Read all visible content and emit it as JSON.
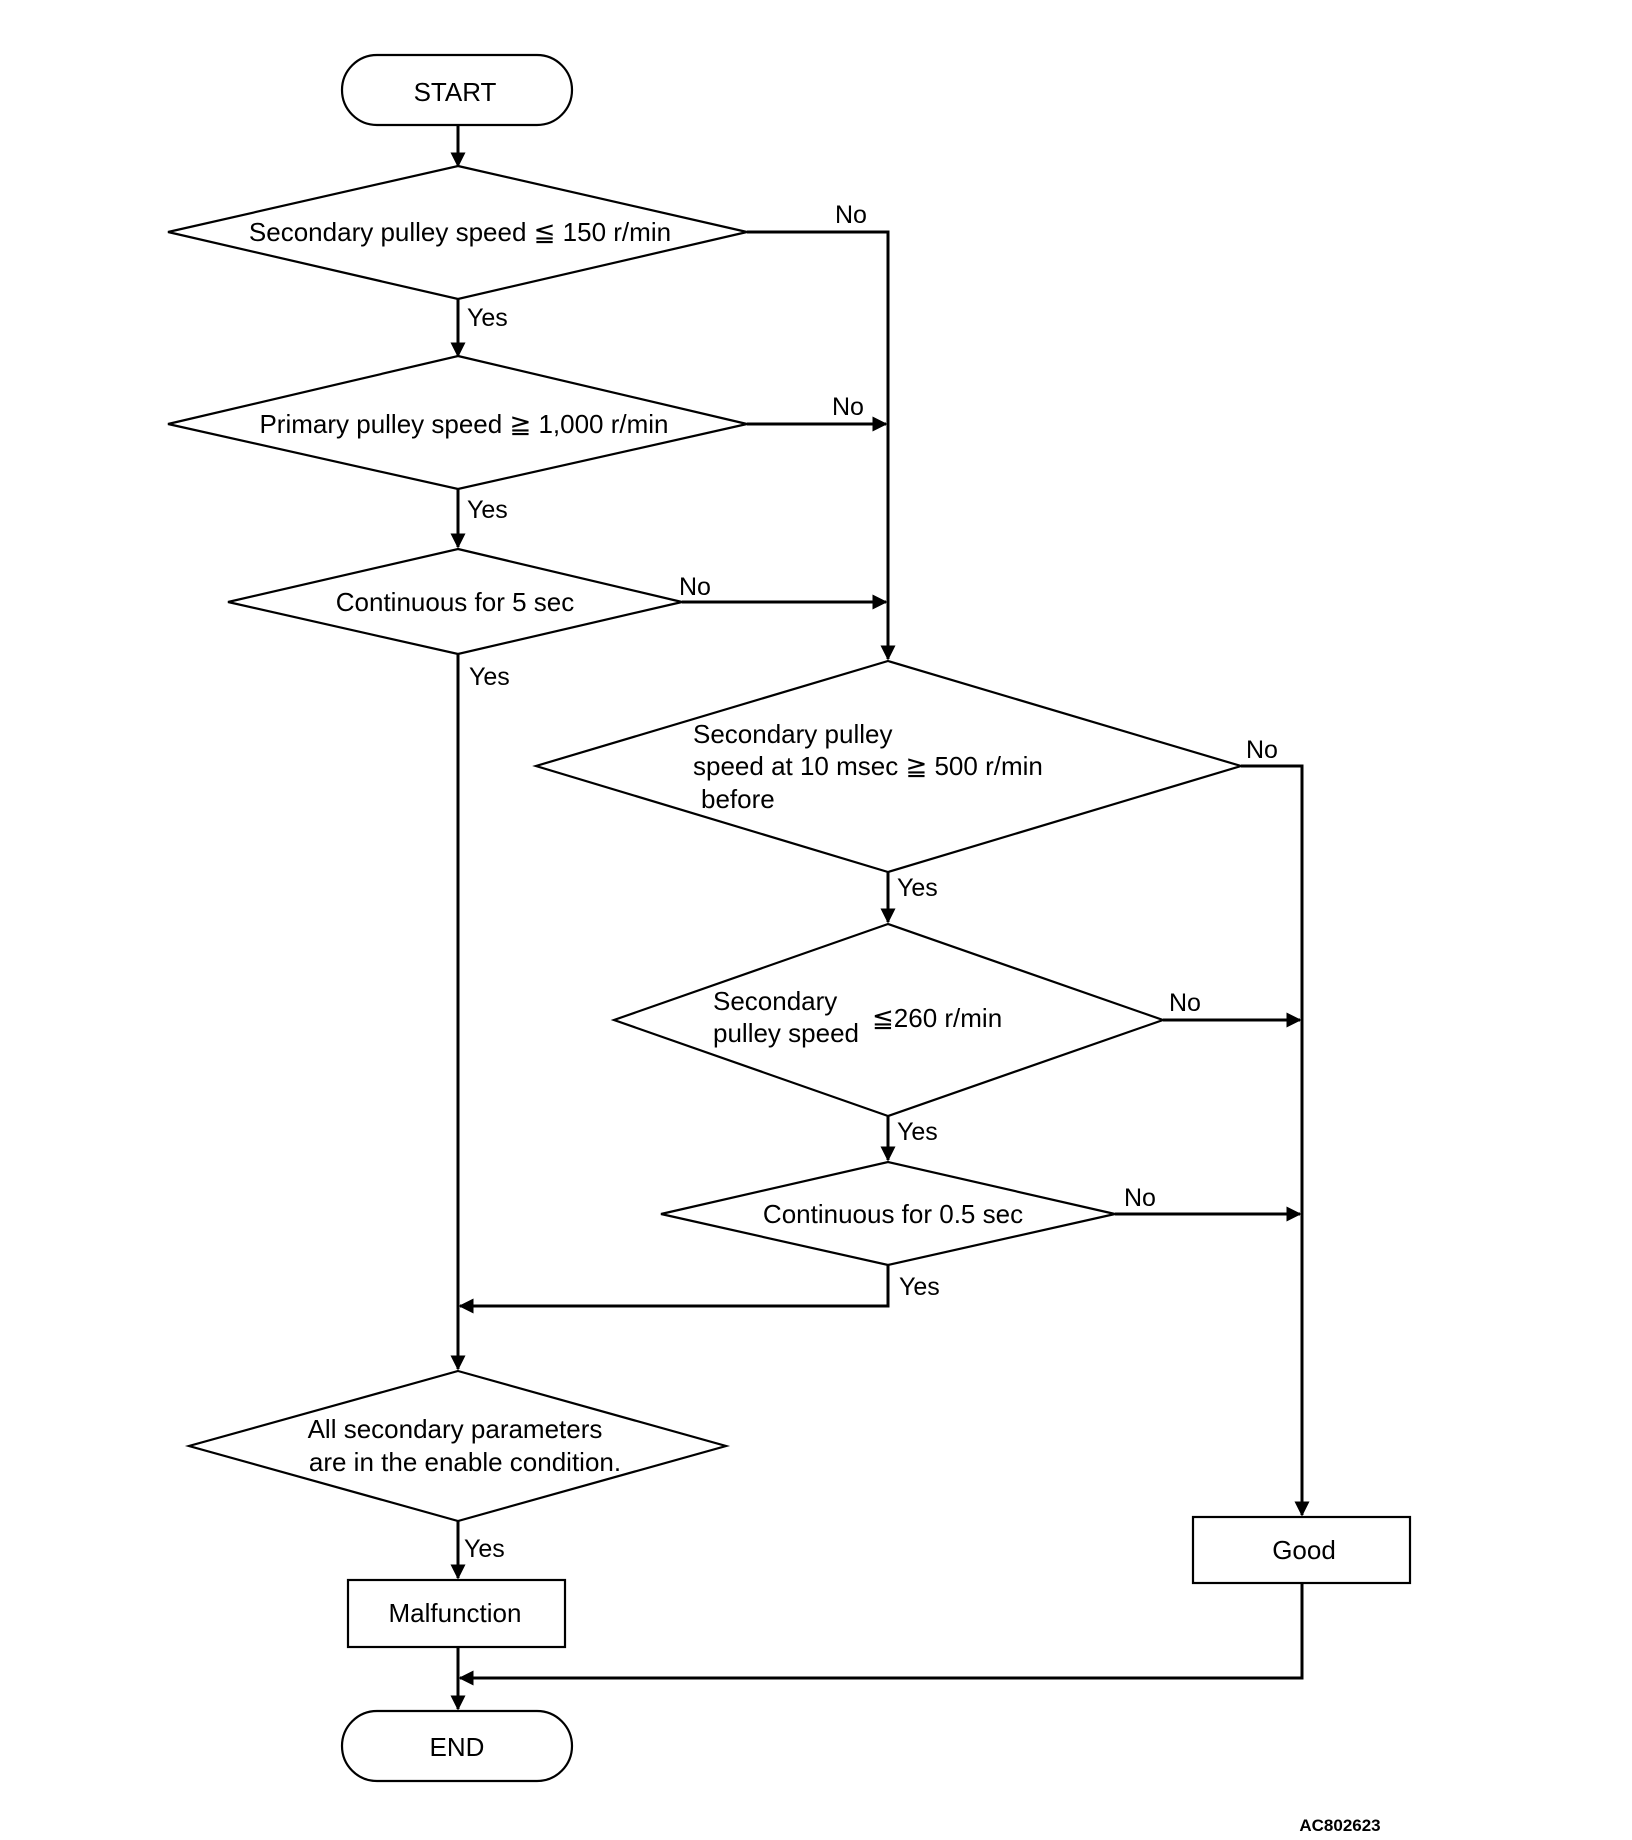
{
  "nodes": {
    "start": "START",
    "d1": "Secondary pulley speed ≦ 150 r/min",
    "d2": "Primary pulley speed ≧ 1,000 r/min",
    "d3": "Continuous for 5 sec",
    "d4": [
      "Secondary pulley",
      "speed at 10 msec ≧  500 r/min",
      "before"
    ],
    "d5": {
      "line1": "Secondary",
      "line2": "pulley speed",
      "value": "≦260 r/min"
    },
    "d6": "Continuous for 0.5 sec",
    "d7": [
      "All secondary parameters",
      "are in the enable condition."
    ],
    "malfunction": "Malfunction",
    "good": "Good",
    "end": "END"
  },
  "labels": {
    "yes": "Yes",
    "no": "No"
  },
  "figure_code": "AC802623",
  "colors": {
    "stroke": "#000000",
    "background": "#ffffff"
  }
}
